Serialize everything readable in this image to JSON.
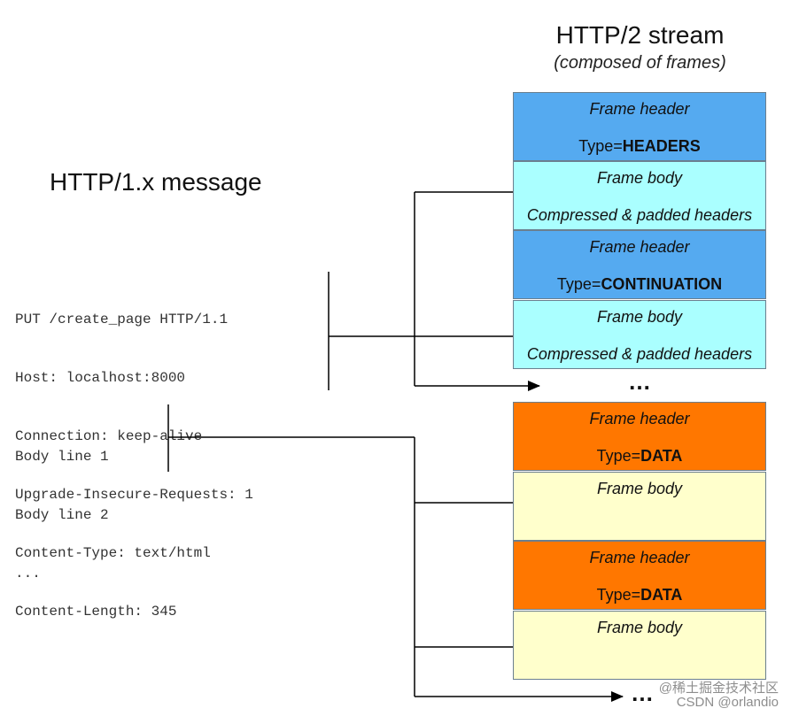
{
  "left": {
    "title": "HTTP/1.x message",
    "header_lines": [
      "PUT /create_page HTTP/1.1",
      "Host: localhost:8000",
      "Connection: keep-alive",
      "Upgrade-Insecure-Requests: 1",
      "Content-Type: text/html",
      "Content-Length: 345"
    ],
    "body_lines": [
      "Body line 1",
      "Body line 2",
      "..."
    ]
  },
  "right": {
    "title": "HTTP/2 stream",
    "subtitle": "(composed of frames)",
    "frames": [
      {
        "kind": "header",
        "label": "Frame header",
        "type_prefix": "Type=",
        "type_value": "HEADERS",
        "color": "#55aaf0"
      },
      {
        "kind": "body",
        "label": "Frame body",
        "detail": "Compressed & padded headers",
        "color": "#aaffff"
      },
      {
        "kind": "header",
        "label": "Frame header",
        "type_prefix": "Type=",
        "type_value": "CONTINUATION",
        "color": "#55aaf0"
      },
      {
        "kind": "body",
        "label": "Frame body",
        "detail": "Compressed & padded headers",
        "color": "#aaffff"
      },
      {
        "kind": "header",
        "label": "Frame header",
        "type_prefix": "Type=",
        "type_value": "DATA",
        "color": "#ff7700"
      },
      {
        "kind": "body",
        "label": "Frame body",
        "detail": "",
        "color": "#ffffcc"
      },
      {
        "kind": "header",
        "label": "Frame header",
        "type_prefix": "Type=",
        "type_value": "DATA",
        "color": "#ff7700"
      },
      {
        "kind": "body",
        "label": "Frame body",
        "detail": "",
        "color": "#ffffcc"
      }
    ],
    "ellipsis_1": "…",
    "ellipsis_2": "…"
  },
  "watermark": {
    "line1": "@稀土掘金技术社区",
    "line2": "CSDN @orlandio"
  }
}
